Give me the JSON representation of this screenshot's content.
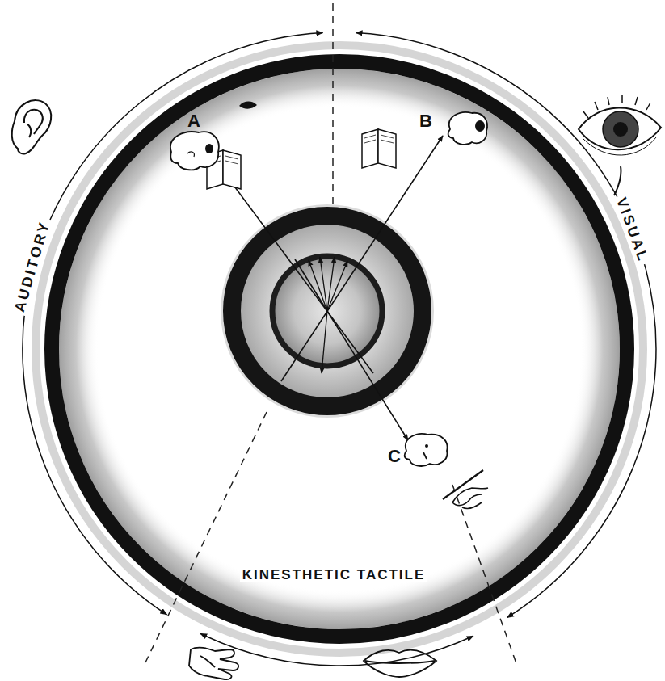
{
  "diagram": {
    "labels": [
      "AUDITORY",
      "VISUAL",
      "KINESTHETIC TACTILE",
      "A",
      "B",
      "C"
    ]
  }
}
